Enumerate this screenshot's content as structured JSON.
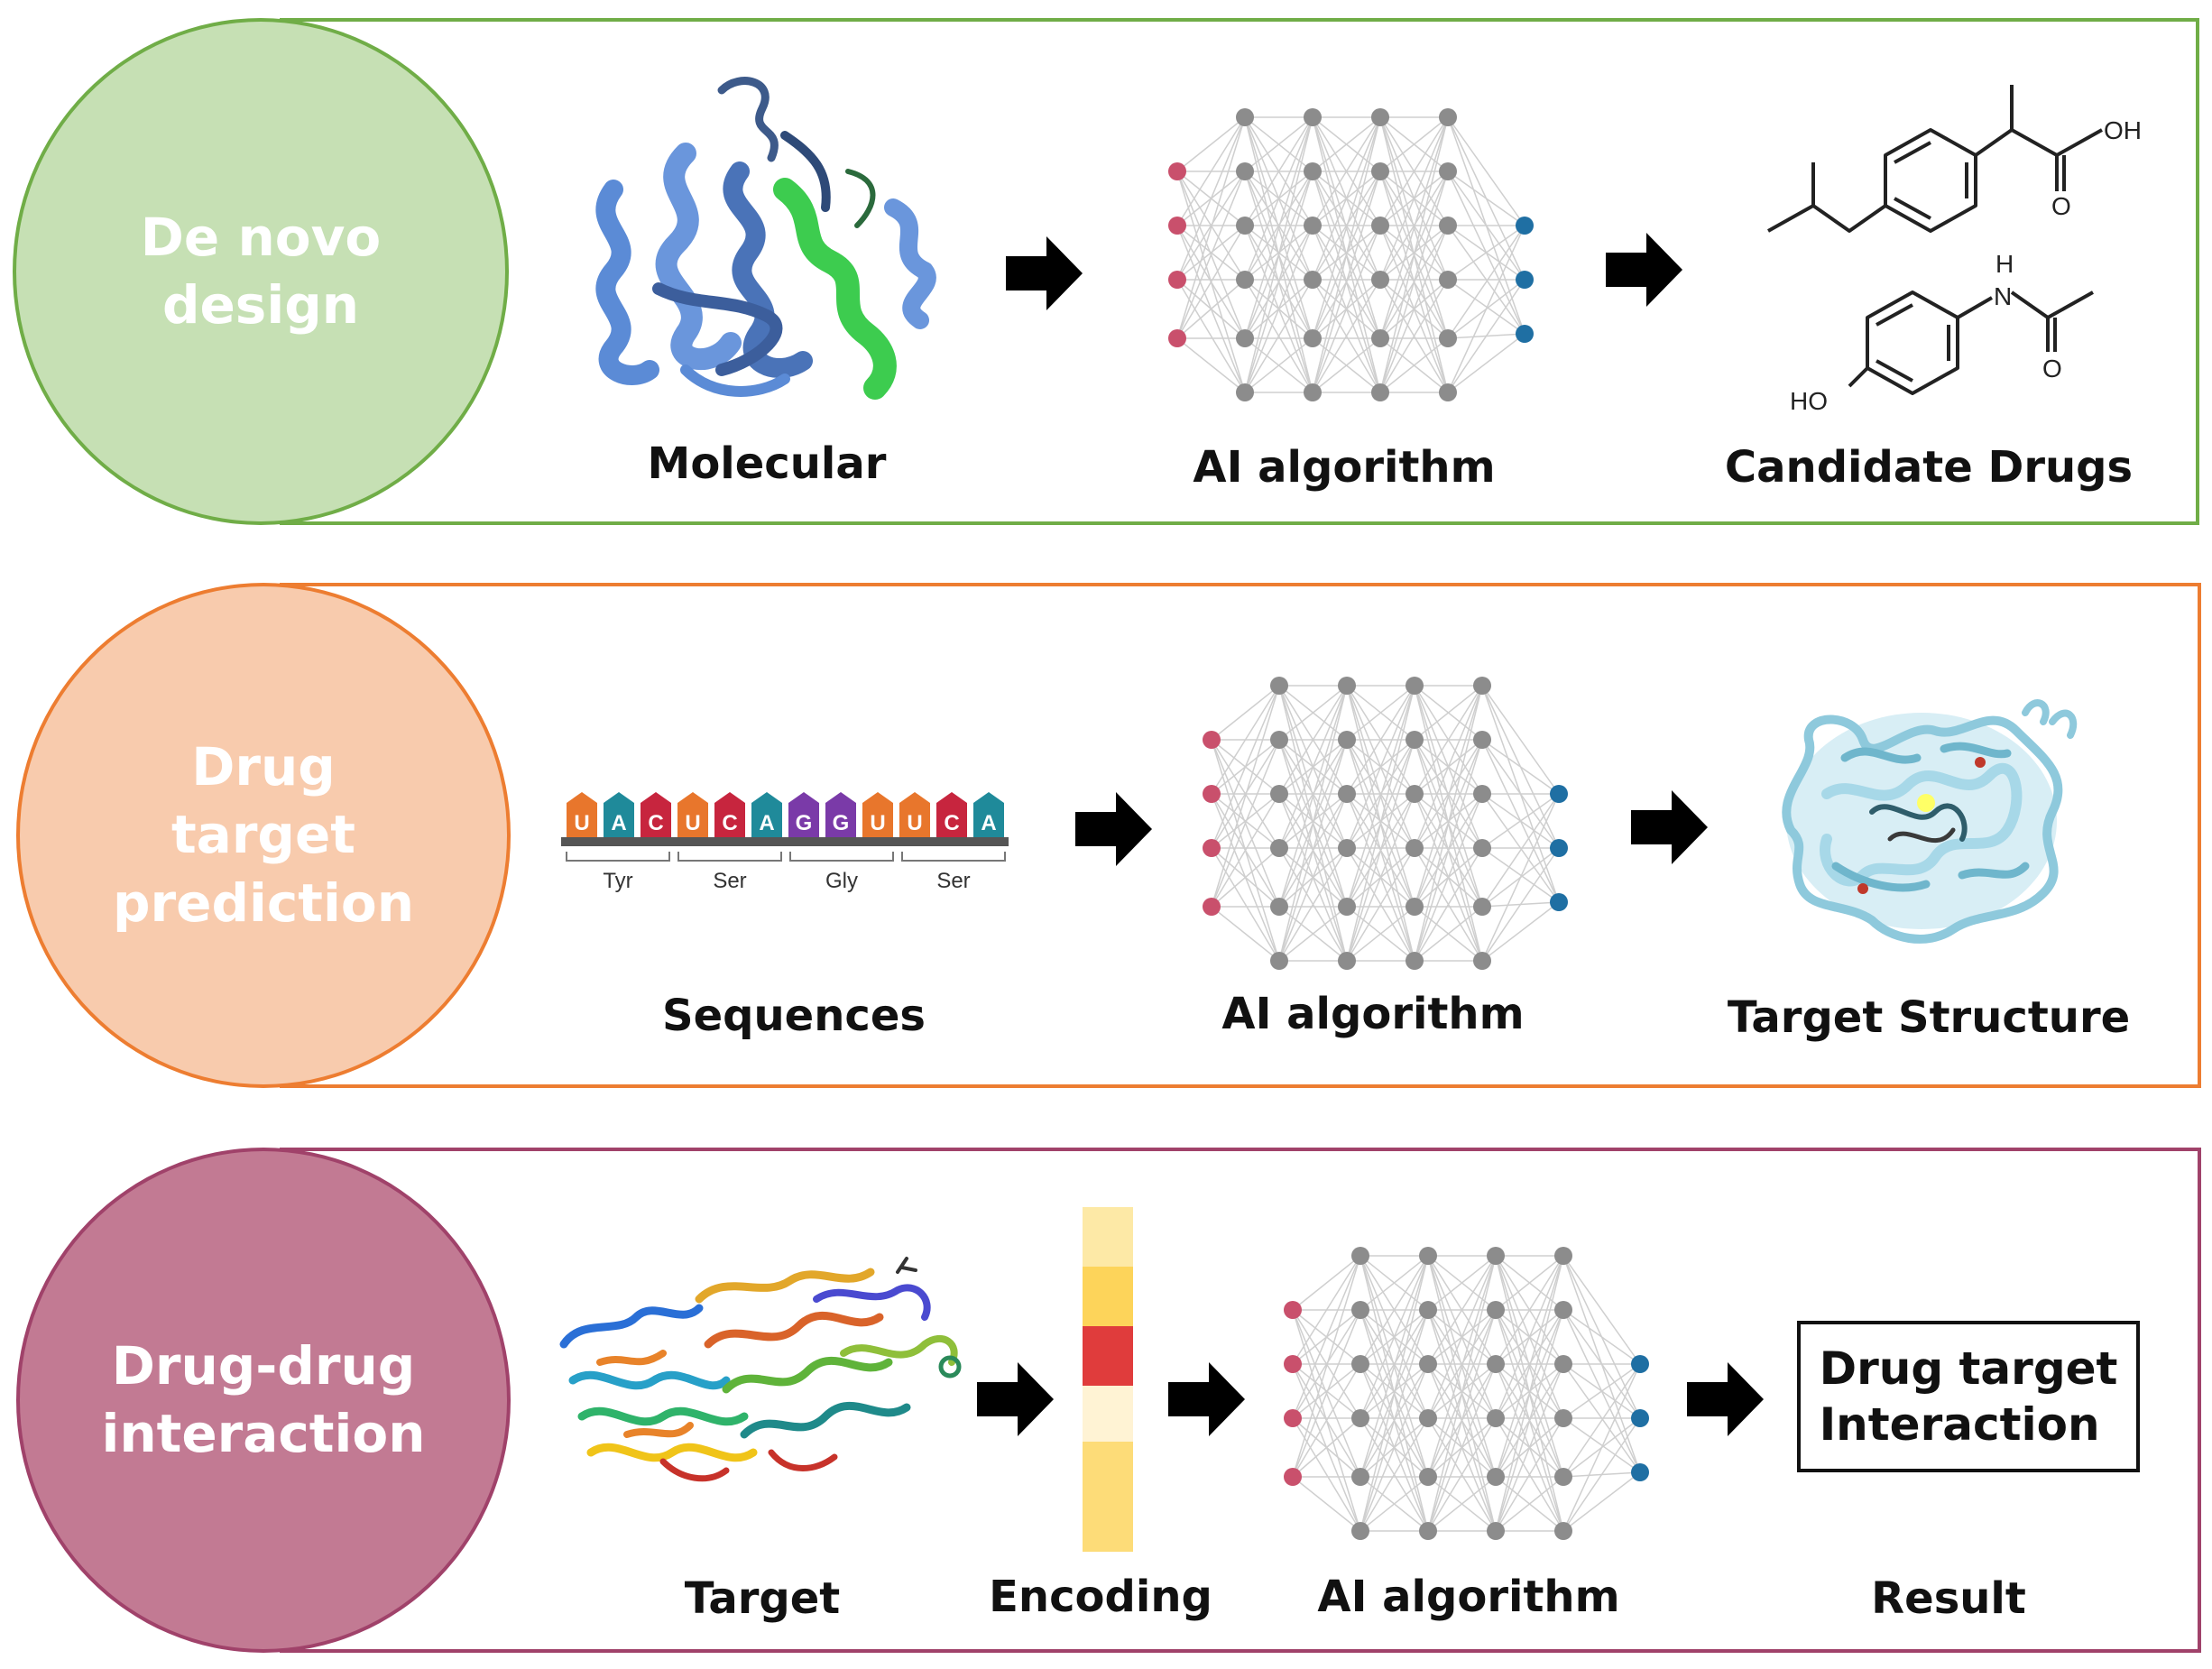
{
  "rows": [
    {
      "title": "De novo\ndesign",
      "circle_fill": "#c6e0b4",
      "border_color": "#70ad47",
      "labels": [
        "Molecular",
        "AI algorithm",
        "Candidate Drugs"
      ]
    },
    {
      "title": "Drug\ntarget\nprediction",
      "circle_fill": "#f8cbad",
      "border_color": "#ed7d31",
      "labels": [
        "Sequences",
        "AI algorithm",
        "Target Structure"
      ],
      "sequence_letters": [
        "U",
        "A",
        "C",
        "U",
        "C",
        "A",
        "G",
        "G",
        "U",
        "U",
        "C",
        "A"
      ],
      "codons": [
        "Tyr",
        "Ser",
        "Gly",
        "Ser"
      ]
    },
    {
      "title": "Drug-drug\ninteraction",
      "circle_fill": "#c27a93",
      "border_color": "#a0426a",
      "labels": [
        "Target",
        "Encoding",
        "AI algorithm",
        "Result"
      ],
      "result_text": "Drug target\nInteraction"
    }
  ],
  "molecule_labels": {
    "oh": "OH",
    "o1": "O",
    "h": "H",
    "n": "N",
    "o2": "O",
    "ho": "HO"
  },
  "colors": {
    "input_node": "#c9506c",
    "hidden_node": "#8c8c8c",
    "output_node": "#1f6fa3",
    "arrow": "#000000",
    "encoding": [
      "#fde9a6",
      "#fdd45a",
      "#e03c3c",
      "#fff3d4",
      "#fddc78"
    ]
  },
  "icons": [
    "protein-ribbon-icon",
    "neural-network-icon",
    "right-arrow-icon",
    "chemical-structure-icon",
    "rna-sequence-icon",
    "protein-structure-icon",
    "encoding-bar-icon"
  ]
}
